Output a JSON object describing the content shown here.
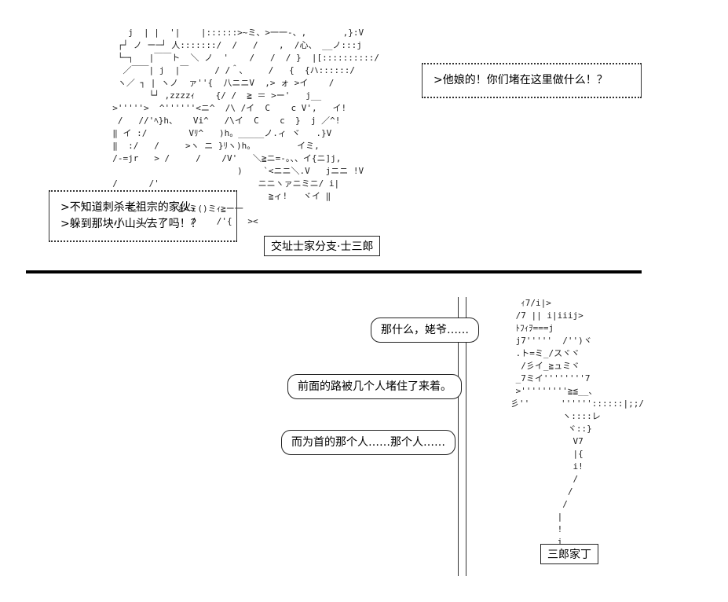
{
  "panel_top": {
    "speech_right": [
      ">他娘的！你们堵在这里做什么！？"
    ],
    "speech_left": [
      ">不知道刺杀老祖宗的家伙，",
      ">躲到那块小山头去了吗！？"
    ],
    "label": "交址士家分支·士三郎",
    "art": "     j  | |  '|    |::::::>~ミ、>一一-、,       ,}:V\n   ┌┘ ノ ー─┘ 人:::::::/  /   /    ,  /心、 __ノ:::j\n   └─┐   |￣￣ト  ＼ ノ  '    /   /  / }  |[::::::::::/\n    ／￣￣| j  |￣     / /＾、    /   {  {ハ::::::/\n   ヽ／ ┐ | ヽノ  ァ''{  八ニニV  ,> ォ >イ    /\n         └┘ ,zzzzｨ    {/ /  ≧ ＝ >ー'   j__\n  >'''''>  ^''''''<ニ^  /\\ /イ  C    c V',   イ!\n   /   //'ﾍ}h、   Vi^   /\\イ  C    c  }  j ／^!\n  ‖ イ :/        Vﾘ^   )h。_____ノ.ィ ヾ   .}V\n  ‖  :/   /     >ヽ ニ }ﾘヽ)h。        イミ,\n  /-=jr   > /     /    /V'   ＼≧ニ=-。、、イ{ニ]j,\n                          )    `<ニニ＼.V   jニニ !V\n  /      /'                   ニニヽァニミニ/ i|\n                                ≧ィ!   ヾイ ‖\n     s。       ≧<ミ()ミｨ≧ー一\n  ./    /  /     /    /'{   ><"
  },
  "panel_bottom": {
    "bubbles": [
      "那什么，姥爷……",
      "前面的路被几个人堵住了来着。",
      "而为首的那个人……那个人……"
    ],
    "label": "三郎家丁",
    "art": "  ｨ7/i|>\n /7 || i|iiij>\n ﾄﾌｨｦ===j\n j7'''''  /'')ヾ\n .ト=ミ_/スヾヾ\n  /彡イ_≧ュミヾ\n _7ミイ''''''''7\n >'''''''''≧≦__、\n彡''      ''''''::::::|;;/\n          ヽ::::レ\n           ヾ::}\n            V7\n            |{\n            i!\n            /\n           /\n          /\n         |\n         !\n         i"
  }
}
